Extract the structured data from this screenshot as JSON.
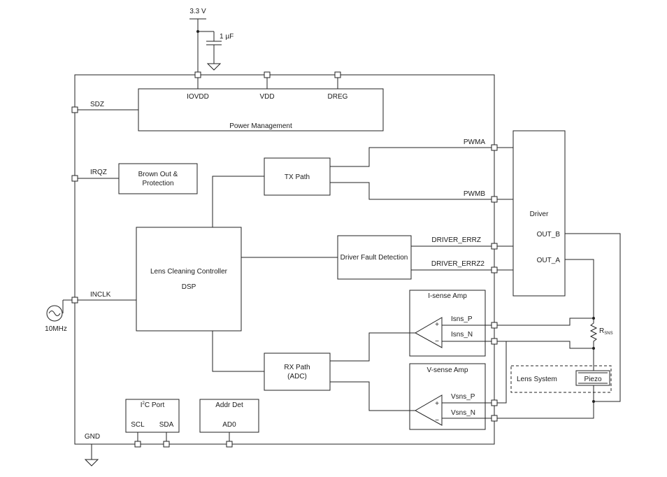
{
  "supply": {
    "voltage": "3.3 V",
    "cap": "1 µF"
  },
  "power_mgmt": {
    "title": "Power Management",
    "iovdd": "IOVDD",
    "vdd": "VDD",
    "dreg": "DREG"
  },
  "pins_left": {
    "sdz": "SDZ",
    "irqz": "IRQZ",
    "inclk": "INCLK",
    "gnd": "GND"
  },
  "osc": {
    "freq": "10MHz"
  },
  "brownout": {
    "line1": "Brown Out &",
    "line2": "Protection"
  },
  "tx_path": {
    "label": "TX Path"
  },
  "rx_path": {
    "line1": "RX Path",
    "line2": "(ADC)"
  },
  "controller": {
    "line1": "Lens Cleaning Controller",
    "line2": "DSP"
  },
  "fault": {
    "label": "Driver Fault Detection"
  },
  "signals": {
    "pwma": "PWMA",
    "pwmb": "PWMB",
    "errz": "DRIVER_ERRZ",
    "errz2": "DRIVER_ERRZ2"
  },
  "driver": {
    "title": "Driver",
    "out_b": "OUT_B",
    "out_a": "OUT_A"
  },
  "isense": {
    "title": "I-sense Amp",
    "p": "Isns_P",
    "n": "Isns_N",
    "plus": "+",
    "minus": "−"
  },
  "vsense": {
    "title": "V-sense Amp",
    "p": "Vsns_P",
    "n": "Vsns_N",
    "plus": "+",
    "minus": "−"
  },
  "rsns": {
    "main": "R",
    "sub": "SNS"
  },
  "lens": {
    "label": "Lens System",
    "piezo": "Piezo"
  },
  "i2c": {
    "title_i": "I",
    "title_sup": "2",
    "title_rest": "C Port",
    "scl": "SCL",
    "sda": "SDA"
  },
  "addr": {
    "title": "Addr Det",
    "pin": "AD0"
  }
}
